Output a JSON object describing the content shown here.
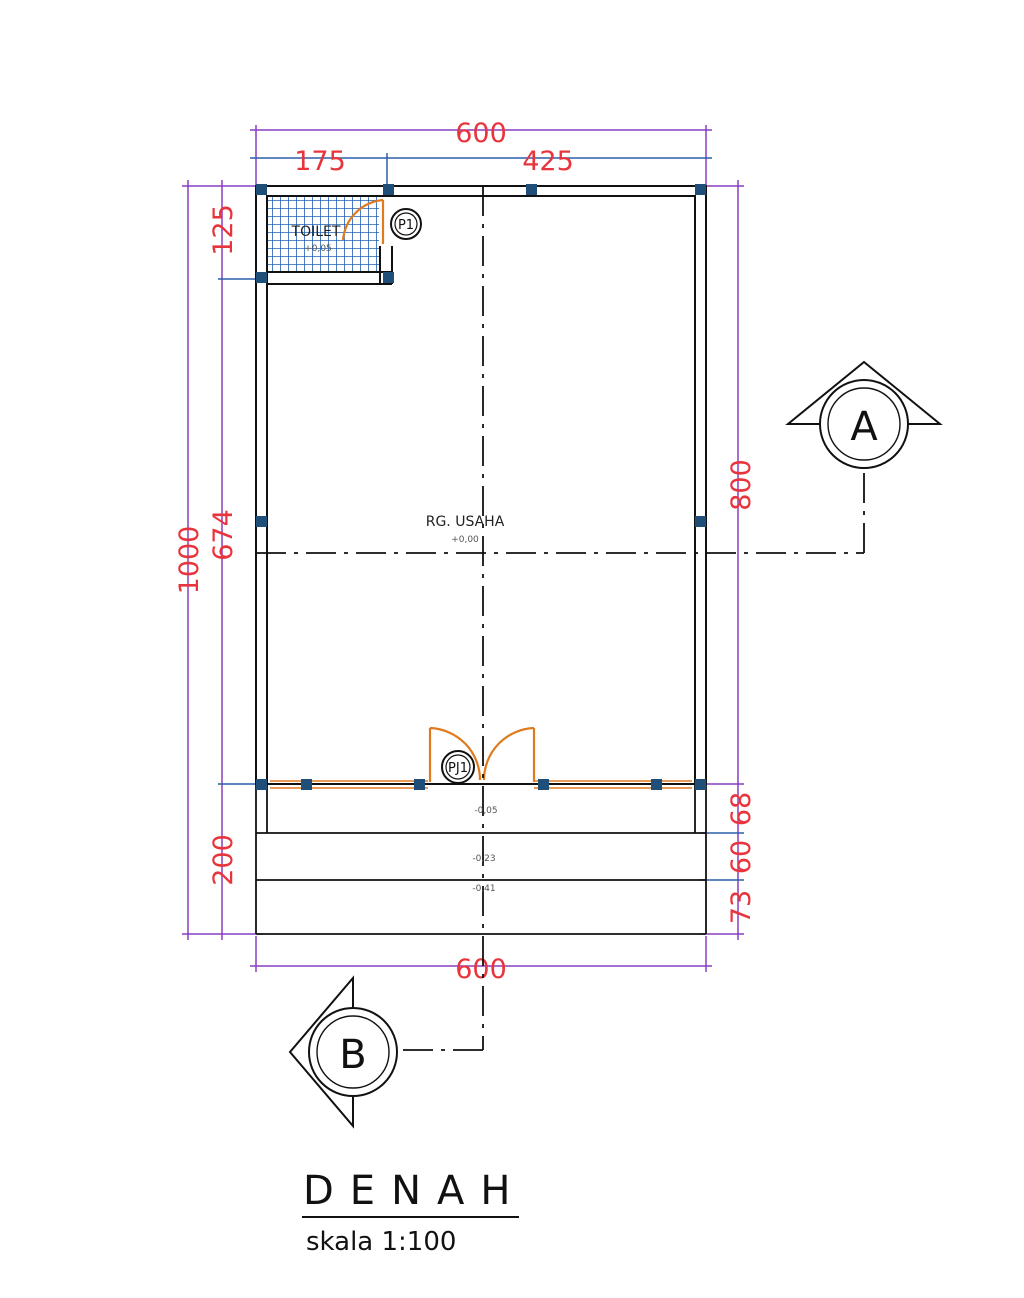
{
  "drawing": {
    "title": "DENAH",
    "scale": "skala 1:100",
    "colors": {
      "dimension_text": "#e8343c",
      "dimension_line_overall": "#8a3ec4",
      "dimension_line_inner": "#2a5fa8",
      "wall": "#111111",
      "column": "#1f4e79",
      "door": "#e07a1f",
      "tile_grid": "#1f5fb3"
    }
  },
  "dimensions": {
    "top_overall": "600",
    "top_left": "175",
    "top_right": "425",
    "left_overall": "1000",
    "left_toilet": "125",
    "left_main": "674",
    "left_terrace": "200",
    "right_main": "800",
    "right_step1": "68",
    "right_step2": "60",
    "right_step3": "73",
    "bottom_overall": "600"
  },
  "rooms": {
    "toilet": {
      "name": "TOILET",
      "level": "+0,05"
    },
    "main": {
      "name": "RG. USAHA",
      "level": "+0,00"
    }
  },
  "levels": {
    "step1": "-0,05",
    "step2": "-0,23",
    "step3": "-0,41"
  },
  "doors": {
    "toilet_door": "P1",
    "main_door": "PJ1"
  },
  "sections": {
    "a": "A",
    "b": "B"
  }
}
